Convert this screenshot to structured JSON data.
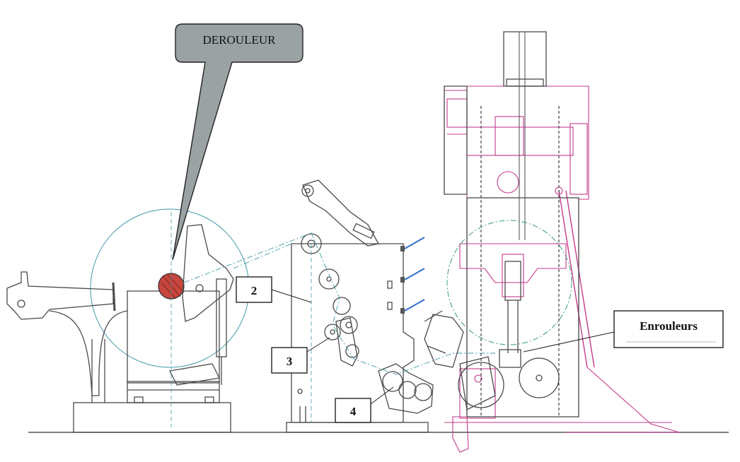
{
  "callouts": {
    "derouleur": "DEROULEUR",
    "label_2": "2",
    "label_3": "3",
    "label_4": "4",
    "enrouleurs": "Enrouleurs"
  },
  "colors": {
    "line": "#4a4a4a",
    "magenta": "#c43a8a",
    "teal": "#3f9aa8",
    "green": "#3a9a74",
    "core_red": "#c8463e",
    "callout_fill": "#9aa2a3",
    "blue_marker": "#2f6fd0"
  }
}
